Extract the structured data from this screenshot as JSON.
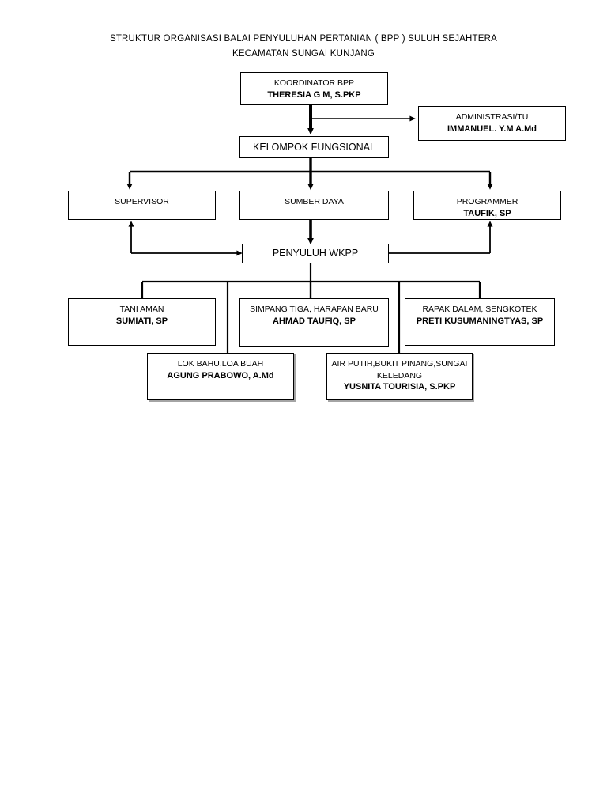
{
  "title": {
    "line1": "STRUKTUR ORGANISASI BALAI PENYULUHAN PERTANIAN ( BPP ) SULUH SEJAHTERA",
    "line2": "KECAMATAN SUNGAI KUNJANG"
  },
  "nodes": {
    "koordinator": {
      "unit": "KOORDINATOR BPP",
      "person": "THERESIA G M, S.PKP"
    },
    "administrasi": {
      "unit": "ADMINISTRASI/TU",
      "person": "IMMANUEL. Y.M A.Md"
    },
    "fungsional": {
      "unit": "KELOMPOK FUNGSIONAL",
      "person": ""
    },
    "supervisor": {
      "unit": "SUPERVISOR",
      "person": ""
    },
    "sumber_daya": {
      "unit": "SUMBER DAYA",
      "person": ""
    },
    "programmer": {
      "unit": "PROGRAMMER",
      "person": "TAUFIK, SP"
    },
    "penyuluh": {
      "unit": "PENYULUH WKPP",
      "person": ""
    },
    "tani_aman": {
      "unit": "TANI AMAN",
      "person": "SUMIATI, SP"
    },
    "simpang_tiga": {
      "unit": "SIMPANG TIGA, HARAPAN BARU",
      "person": "AHMAD TAUFIQ, SP"
    },
    "rapak_dalam": {
      "unit": "RAPAK DALAM, SENGKOTEK",
      "person": "PRETI KUSUMANINGTYAS, SP"
    },
    "lok_bahu": {
      "unit": "LOK BAHU,LOA BUAH",
      "person": "AGUNG PRABOWO, A.Md"
    },
    "air_putih": {
      "unit": "AIR PUTIH,BUKIT PINANG,SUNGAI KELEDANG",
      "person": "YUSNITA TOURISIA, S.PKP"
    }
  },
  "colors": {
    "line": "#000000",
    "box_border": "#000000",
    "background": "#ffffff",
    "text": "#000000"
  }
}
